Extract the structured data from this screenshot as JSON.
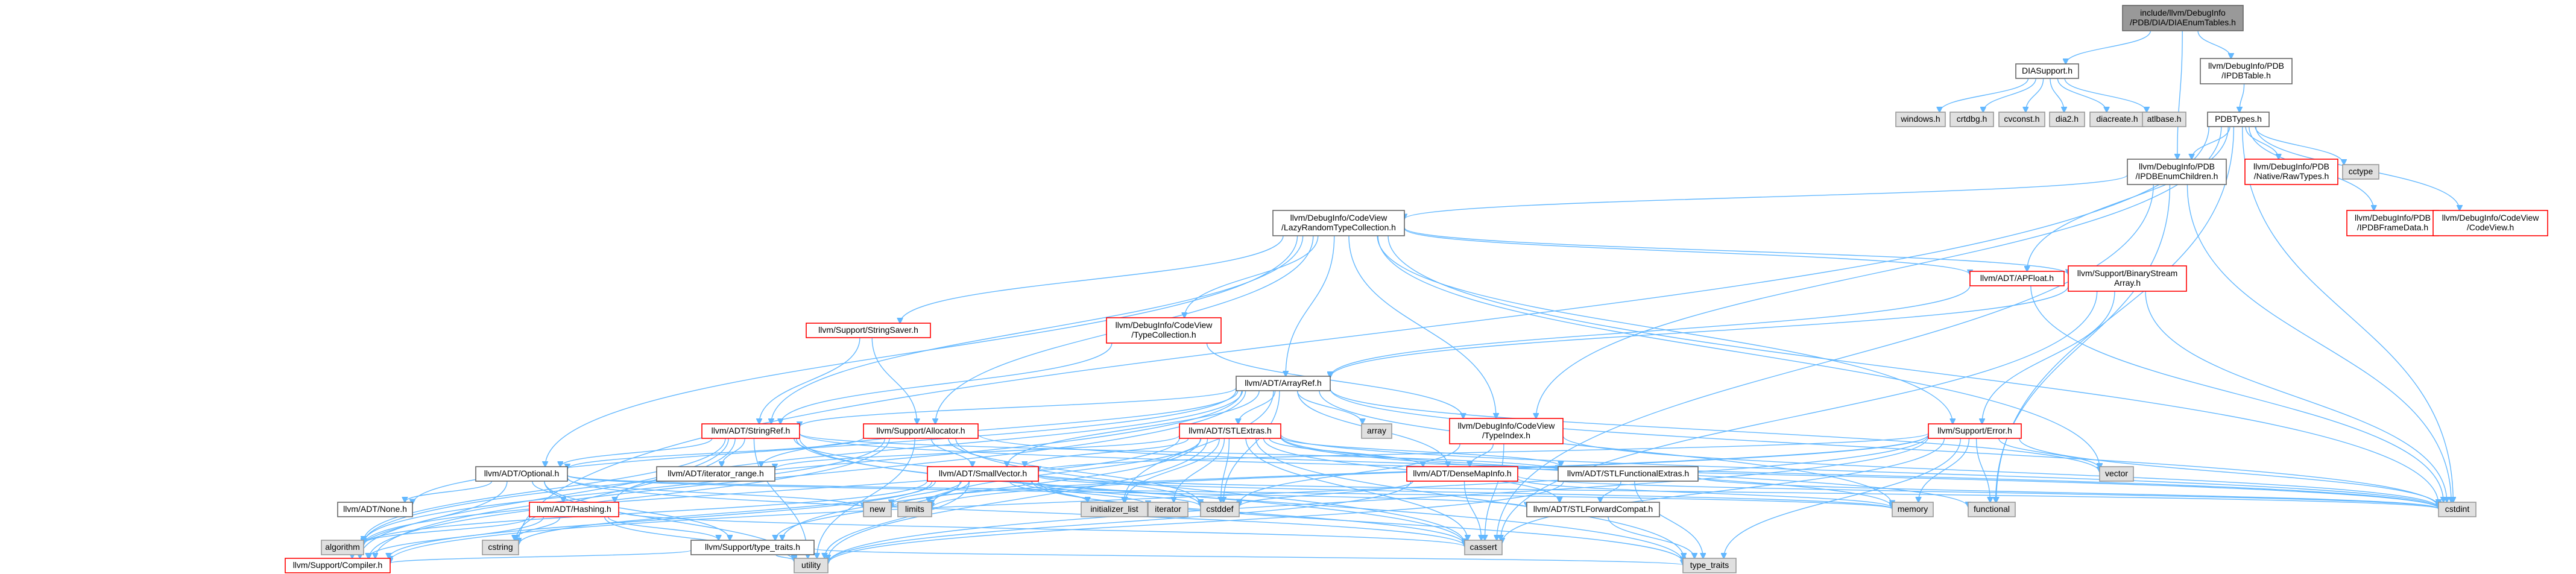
{
  "graph": {
    "nodes": [
      {
        "id": "root",
        "lines": [
          "include/llvm/DebugInfo",
          "/PDB/DIA/DIAEnumTables.h"
        ],
        "kind": "root"
      },
      {
        "id": "diasupport",
        "lines": [
          "DIASupport.h"
        ],
        "kind": "local"
      },
      {
        "id": "ipdbtable",
        "lines": [
          "llvm/DebugInfo/PDB",
          "/IPDBTable.h"
        ],
        "kind": "local"
      },
      {
        "id": "windows",
        "lines": [
          "windows.h"
        ],
        "kind": "system"
      },
      {
        "id": "crtdbg",
        "lines": [
          "crtdbg.h"
        ],
        "kind": "system"
      },
      {
        "id": "cvconst",
        "lines": [
          "cvconst.h"
        ],
        "kind": "system"
      },
      {
        "id": "dia2",
        "lines": [
          "dia2.h"
        ],
        "kind": "system"
      },
      {
        "id": "diacreate",
        "lines": [
          "diacreate.h"
        ],
        "kind": "system"
      },
      {
        "id": "atlbase",
        "lines": [
          "atlbase.h"
        ],
        "kind": "system"
      },
      {
        "id": "pdbtypes",
        "lines": [
          "PDBTypes.h"
        ],
        "kind": "local"
      },
      {
        "id": "ipdbenum",
        "lines": [
          "llvm/DebugInfo/PDB",
          "/IPDBEnumChildren.h"
        ],
        "kind": "local"
      },
      {
        "id": "nativeraw",
        "lines": [
          "llvm/DebugInfo/PDB",
          "/Native/RawTypes.h"
        ],
        "kind": "truncated"
      },
      {
        "id": "cctype",
        "lines": [
          "cctype"
        ],
        "kind": "system"
      },
      {
        "id": "framedata",
        "lines": [
          "llvm/DebugInfo/PDB",
          "/IPDBFrameData.h"
        ],
        "kind": "truncated"
      },
      {
        "id": "codeview",
        "lines": [
          "llvm/DebugInfo/CodeView",
          "/CodeView.h"
        ],
        "kind": "truncated"
      },
      {
        "id": "lazyrandom",
        "lines": [
          "llvm/DebugInfo/CodeView",
          "/LazyRandomTypeCollection.h"
        ],
        "kind": "local"
      },
      {
        "id": "apfloat",
        "lines": [
          "llvm/ADT/APFloat.h"
        ],
        "kind": "truncated"
      },
      {
        "id": "binstream",
        "lines": [
          "llvm/Support/BinaryStream",
          "Array.h"
        ],
        "kind": "truncated"
      },
      {
        "id": "stringsaver",
        "lines": [
          "llvm/Support/StringSaver.h"
        ],
        "kind": "truncated"
      },
      {
        "id": "typecoll",
        "lines": [
          "llvm/DebugInfo/CodeView",
          "/TypeCollection.h"
        ],
        "kind": "truncated"
      },
      {
        "id": "arrayref",
        "lines": [
          "llvm/ADT/ArrayRef.h"
        ],
        "kind": "local"
      },
      {
        "id": "stringref",
        "lines": [
          "llvm/ADT/StringRef.h"
        ],
        "kind": "truncated"
      },
      {
        "id": "allocator",
        "lines": [
          "llvm/Support/Allocator.h"
        ],
        "kind": "truncated"
      },
      {
        "id": "array",
        "lines": [
          "array"
        ],
        "kind": "system"
      },
      {
        "id": "stlextras",
        "lines": [
          "llvm/ADT/STLExtras.h"
        ],
        "kind": "truncated"
      },
      {
        "id": "typeindex",
        "lines": [
          "llvm/DebugInfo/CodeView",
          "/TypeIndex.h"
        ],
        "kind": "truncated"
      },
      {
        "id": "error",
        "lines": [
          "llvm/Support/Error.h"
        ],
        "kind": "truncated"
      },
      {
        "id": "vector",
        "lines": [
          "vector"
        ],
        "kind": "system"
      },
      {
        "id": "optional",
        "lines": [
          "llvm/ADT/Optional.h"
        ],
        "kind": "local"
      },
      {
        "id": "iterrange",
        "lines": [
          "llvm/ADT/iterator_range.h"
        ],
        "kind": "local"
      },
      {
        "id": "smallvector",
        "lines": [
          "llvm/ADT/SmallVector.h"
        ],
        "kind": "truncated"
      },
      {
        "id": "densemapinfo",
        "lines": [
          "llvm/ADT/DenseMapInfo.h"
        ],
        "kind": "truncated"
      },
      {
        "id": "stlfunctional",
        "lines": [
          "llvm/ADT/STLFunctionalExtras.h"
        ],
        "kind": "local"
      },
      {
        "id": "none",
        "lines": [
          "llvm/ADT/None.h"
        ],
        "kind": "local"
      },
      {
        "id": "hashing",
        "lines": [
          "llvm/ADT/Hashing.h"
        ],
        "kind": "truncated"
      },
      {
        "id": "new",
        "lines": [
          "new"
        ],
        "kind": "system"
      },
      {
        "id": "limits",
        "lines": [
          "limits"
        ],
        "kind": "system"
      },
      {
        "id": "initlist",
        "lines": [
          "initializer_list"
        ],
        "kind": "system"
      },
      {
        "id": "iterator",
        "lines": [
          "iterator"
        ],
        "kind": "system"
      },
      {
        "id": "cstddef",
        "lines": [
          "cstddef"
        ],
        "kind": "system"
      },
      {
        "id": "stlforward",
        "lines": [
          "llvm/ADT/STLForwardCompat.h"
        ],
        "kind": "local"
      },
      {
        "id": "memory",
        "lines": [
          "memory"
        ],
        "kind": "system"
      },
      {
        "id": "functional",
        "lines": [
          "functional"
        ],
        "kind": "system"
      },
      {
        "id": "cstdint",
        "lines": [
          "cstdint"
        ],
        "kind": "system"
      },
      {
        "id": "algorithm",
        "lines": [
          "algorithm"
        ],
        "kind": "system"
      },
      {
        "id": "cstring",
        "lines": [
          "cstring"
        ],
        "kind": "system"
      },
      {
        "id": "typetraitsllvm",
        "lines": [
          "llvm/Support/type_traits.h"
        ],
        "kind": "local"
      },
      {
        "id": "cassert",
        "lines": [
          "cassert"
        ],
        "kind": "system"
      },
      {
        "id": "compiler",
        "lines": [
          "llvm/Support/Compiler.h"
        ],
        "kind": "truncated"
      },
      {
        "id": "utility",
        "lines": [
          "utility"
        ],
        "kind": "system"
      },
      {
        "id": "typetraits",
        "lines": [
          "type_traits"
        ],
        "kind": "system"
      }
    ],
    "edges": [
      [
        0,
        1
      ],
      [
        0,
        2
      ],
      [
        0,
        10
      ],
      [
        1,
        3
      ],
      [
        1,
        4
      ],
      [
        1,
        5
      ],
      [
        1,
        6
      ],
      [
        1,
        7
      ],
      [
        1,
        8
      ],
      [
        2,
        9
      ],
      [
        9,
        10
      ],
      [
        9,
        11
      ],
      [
        9,
        12
      ],
      [
        9,
        13
      ],
      [
        9,
        14
      ],
      [
        9,
        16
      ],
      [
        9,
        25
      ],
      [
        9,
        43
      ],
      [
        9,
        42
      ],
      [
        9,
        45
      ],
      [
        10,
        15
      ],
      [
        10,
        43
      ],
      [
        10,
        47
      ],
      [
        10,
        42
      ],
      [
        15,
        16
      ],
      [
        15,
        17
      ],
      [
        15,
        18
      ],
      [
        15,
        19
      ],
      [
        15,
        20
      ],
      [
        15,
        21
      ],
      [
        15,
        22
      ],
      [
        15,
        25
      ],
      [
        15,
        26
      ],
      [
        15,
        28
      ],
      [
        15,
        43
      ],
      [
        15,
        27
      ],
      [
        16,
        20
      ],
      [
        16,
        43
      ],
      [
        17,
        20
      ],
      [
        17,
        26
      ],
      [
        17,
        43
      ],
      [
        17,
        47
      ],
      [
        18,
        21
      ],
      [
        18,
        22
      ],
      [
        19,
        21
      ],
      [
        19,
        25
      ],
      [
        20,
        23
      ],
      [
        20,
        24
      ],
      [
        20,
        21
      ],
      [
        20,
        30
      ],
      [
        20,
        39
      ],
      [
        20,
        37
      ],
      [
        20,
        27
      ],
      [
        20,
        41
      ],
      [
        20,
        43
      ],
      [
        20,
        44
      ],
      [
        20,
        29
      ],
      [
        20,
        33
      ],
      [
        20,
        48
      ],
      [
        20,
        34
      ],
      [
        20,
        31
      ],
      [
        21,
        28
      ],
      [
        21,
        29
      ],
      [
        21,
        44
      ],
      [
        21,
        39
      ],
      [
        21,
        47
      ],
      [
        21,
        45
      ],
      [
        21,
        50
      ],
      [
        21,
        48
      ],
      [
        21,
        49
      ],
      [
        21,
        43
      ],
      [
        21,
        32
      ],
      [
        22,
        28
      ],
      [
        22,
        30
      ],
      [
        22,
        39
      ],
      [
        22,
        43
      ],
      [
        22,
        47
      ],
      [
        22,
        48
      ],
      [
        22,
        44
      ],
      [
        22,
        49
      ],
      [
        24,
        30
      ],
      [
        24,
        31
      ],
      [
        24,
        32
      ],
      [
        24,
        40
      ],
      [
        24,
        37
      ],
      [
        24,
        38
      ],
      [
        24,
        39
      ],
      [
        24,
        47
      ],
      [
        24,
        43
      ],
      [
        24,
        42
      ],
      [
        24,
        50
      ],
      [
        24,
        49
      ],
      [
        24,
        36
      ],
      [
        24,
        46
      ],
      [
        24,
        29
      ],
      [
        24,
        44
      ],
      [
        24,
        41
      ],
      [
        25,
        31
      ],
      [
        25,
        39
      ],
      [
        25,
        43
      ],
      [
        25,
        47
      ],
      [
        26,
        30
      ],
      [
        26,
        27
      ],
      [
        26,
        41
      ],
      [
        26,
        42
      ],
      [
        26,
        43
      ],
      [
        26,
        47
      ],
      [
        26,
        49
      ],
      [
        26,
        50
      ],
      [
        26,
        35
      ],
      [
        26,
        36
      ],
      [
        26,
        48
      ],
      [
        28,
        33
      ],
      [
        28,
        34
      ],
      [
        28,
        40
      ],
      [
        28,
        46
      ],
      [
        28,
        47
      ],
      [
        28,
        35
      ],
      [
        28,
        49
      ],
      [
        28,
        48
      ],
      [
        28,
        41
      ],
      [
        30,
        36
      ],
      [
        30,
        37
      ],
      [
        30,
        38
      ],
      [
        30,
        39
      ],
      [
        30,
        35
      ],
      [
        30,
        45
      ],
      [
        30,
        47
      ],
      [
        30,
        44
      ],
      [
        30,
        49
      ],
      [
        30,
        43
      ],
      [
        30,
        41
      ],
      [
        30,
        50
      ],
      [
        30,
        46
      ],
      [
        30,
        48
      ],
      [
        31,
        39
      ],
      [
        31,
        47
      ],
      [
        31,
        43
      ],
      [
        31,
        49
      ],
      [
        31,
        41
      ],
      [
        32,
        40
      ],
      [
        32,
        50
      ],
      [
        32,
        49
      ],
      [
        32,
        43
      ],
      [
        34,
        44
      ],
      [
        34,
        45
      ],
      [
        34,
        46
      ],
      [
        34,
        49
      ],
      [
        34,
        47
      ],
      [
        34,
        48
      ],
      [
        40,
        50
      ],
      [
        46,
        48
      ],
      [
        46,
        49
      ],
      [
        46,
        50
      ]
    ]
  }
}
